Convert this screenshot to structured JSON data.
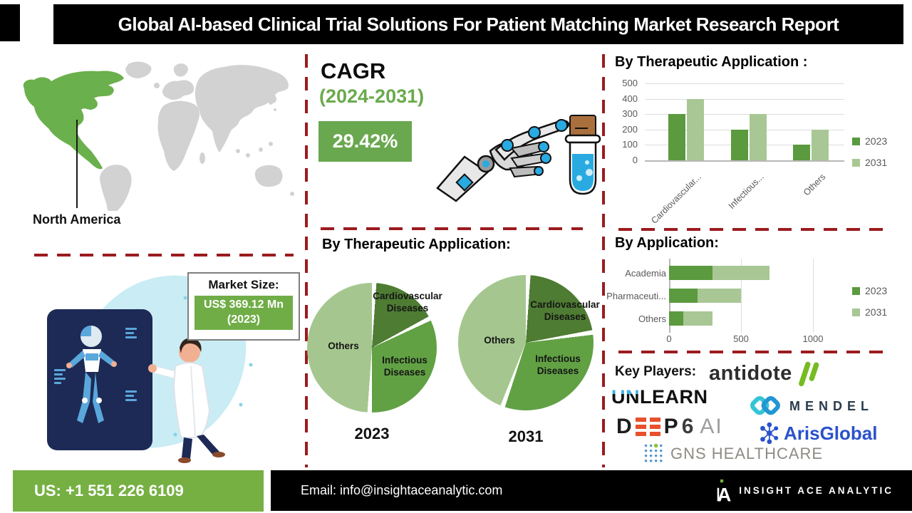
{
  "header": {
    "title": "Global AI-based Clinical Trial Solutions For Patient Matching Market Research Report"
  },
  "map": {
    "region_label": "North America"
  },
  "cagr": {
    "label": "CAGR",
    "period": "(2024-2031)",
    "value": "29.42%"
  },
  "market_size": {
    "label": "Market Size:",
    "value": "US$ 369.12 Mn (2023)"
  },
  "chart_data": [
    {
      "id": "therapeutic_application_bar",
      "type": "bar",
      "title": "By Therapeutic Application :",
      "categories": [
        "Cardiovascular...",
        "Infectious...",
        "Others"
      ],
      "series": [
        {
          "name": "2023",
          "color": "#5b9a3e",
          "values": [
            300,
            200,
            100
          ]
        },
        {
          "name": "2031",
          "color": "#a8c795",
          "values": [
            400,
            300,
            200
          ]
        }
      ],
      "ylim": [
        0,
        500
      ],
      "yticks": [
        0,
        100,
        200,
        300,
        400,
        500
      ],
      "grid": true,
      "legend_position": "right"
    },
    {
      "id": "therapeutic_application_pie_2023",
      "type": "pie",
      "title": "By Therapeutic Application:",
      "year_label": "2023",
      "labels": [
        "Cardiovascular Diseases",
        "Infectious Diseases",
        "Others"
      ],
      "values": [
        17,
        33,
        50
      ],
      "colors": [
        "#4e7c33",
        "#61a144",
        "#a5c78f"
      ]
    },
    {
      "id": "therapeutic_application_pie_2031",
      "type": "pie",
      "year_label": "2031",
      "labels": [
        "Cardiovascular Diseases",
        "Infectious Diseases",
        "Others"
      ],
      "values": [
        22,
        33,
        45
      ],
      "colors": [
        "#4e7c33",
        "#61a144",
        "#a5c78f"
      ]
    },
    {
      "id": "application_bar",
      "type": "bar",
      "orientation": "horizontal",
      "stacked": true,
      "title": "By Application:",
      "categories": [
        "Academia",
        "Pharmaceuti...",
        "Others"
      ],
      "series": [
        {
          "name": "2023",
          "color": "#5b9a3e",
          "values": [
            300,
            200,
            100
          ]
        },
        {
          "name": "2031",
          "color": "#a8c795",
          "values": [
            400,
            300,
            200
          ]
        }
      ],
      "xlim": [
        0,
        1250
      ],
      "xticks": [
        0,
        500,
        1000
      ],
      "grid": true,
      "legend_position": "right"
    }
  ],
  "key_players": {
    "label": "Key Players:",
    "companies": [
      "antidote",
      "UNLEARN",
      "MENDEL",
      "DEEP 6 AI",
      "ArisGlobal",
      "GNS HEALTHCARE"
    ],
    "logo_text": {
      "antidote": "antidote",
      "unlearn_un": "UN",
      "unlearn_learn": "LEARN",
      "mendel": "MENDEL",
      "deep6_d": "D",
      "deep6_p": "P",
      "deep6_six": "6",
      "deep6_ai": "AI",
      "arisglobal": "ArisGlobal",
      "gns": "GNS HEALTHCARE"
    }
  },
  "footer": {
    "phone": "US: +1 551 226 6109",
    "email": "Email: info@insightaceanalytic.com",
    "brand": "INSIGHT ACE ANALYTIC"
  },
  "colors": {
    "accent_red": "#9b1b1e",
    "series_2023_green": "#5b9a3e",
    "series_2031_green": "#a8c795",
    "accent_green": "#6aa84f",
    "market_green": "#70ad47",
    "footer_green": "#76b043",
    "map_region_green": "#6ab04c"
  }
}
